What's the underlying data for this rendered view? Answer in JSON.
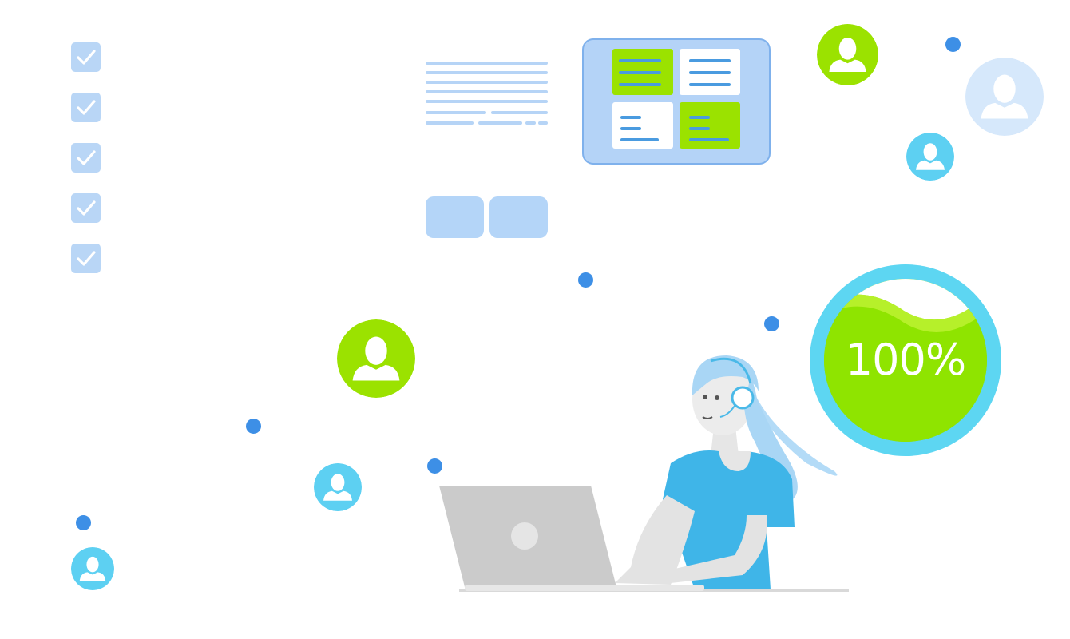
{
  "progress": {
    "value_label": "100%",
    "value": 100
  },
  "checklist": {
    "icon": "checkbox-checked-icon",
    "count": 5
  },
  "icons": {
    "avatar": "user-avatar-icon",
    "agent": "support-agent-illustration",
    "laptop": "laptop-icon"
  },
  "colors": {
    "accent_blue": "#3d8fe6",
    "light_blue": "#b4d5f8",
    "lime": "#9be200",
    "cyan": "#5dd6f2"
  }
}
